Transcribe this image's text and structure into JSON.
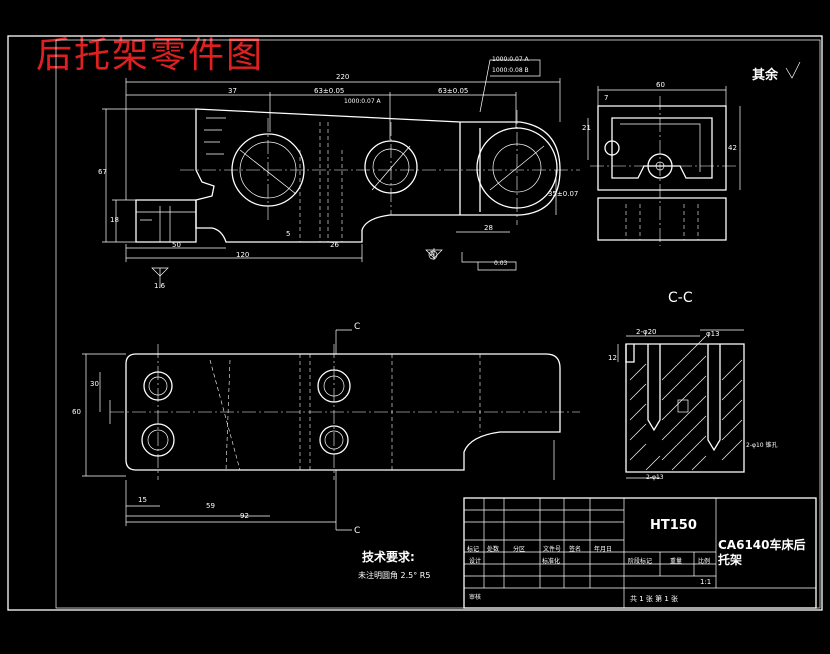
{
  "title": "后托架零件图",
  "surface_note": "其余",
  "section_label": "C-C",
  "tech_title": "技术要求:",
  "tech_note": "未注明圆角 2.5° R5",
  "title_block": {
    "material": "HT150",
    "part_name": "CA6140车床后托架",
    "scale": "1:1",
    "sheet": "共 1 张    第 1 张",
    "row_labels": [
      "标记",
      "处数",
      "分区",
      "文件号",
      "签名",
      "年月日"
    ],
    "design": "设计",
    "standard": "标准化",
    "review": "审核",
    "stage_mark": "阶段标记",
    "weight": "重量",
    "ratio": "比例"
  },
  "dims": {
    "d220": "220",
    "d37": "37",
    "d63a": "63±0.05",
    "d63b": "63±0.05",
    "d67": "67",
    "d18": "18",
    "d50": "50",
    "d120": "120",
    "d26": "26",
    "d5": "5",
    "d28": "28",
    "d35": "35±0.07",
    "d60": "60",
    "d42": "42",
    "d21": "21",
    "d7": "7",
    "d16": "1.6",
    "d15": "15",
    "d59": "59",
    "d92": "92",
    "d60b": "60",
    "d30": "30",
    "d12": "12",
    "d13": "φ13",
    "d20": "2-φ20",
    "tol1": "1000:0.07 A",
    "tol2": "1000:0.08 B",
    "tol3": "0.03",
    "datum": "A",
    "c1": "C",
    "c2": "C",
    "holes": "2-φ10 锥孔",
    "m13": "2-φ13"
  }
}
